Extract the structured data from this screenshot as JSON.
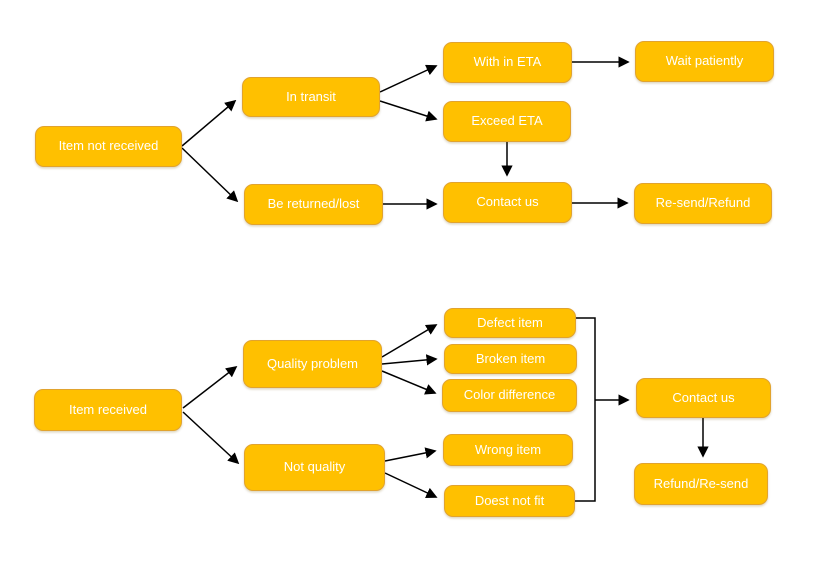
{
  "colors": {
    "node_fill": "#FFC000",
    "node_border": "#E1A32E",
    "node_text": "#FFFFFF",
    "arrow": "#000000"
  },
  "nodes": {
    "item_not_received": "Item not received",
    "in_transit": "In transit",
    "be_returned_lost": "Be returned/lost",
    "with_in_eta": "With in ETA",
    "exceed_eta": "Exceed ETA",
    "wait_patiently": "Wait patiently",
    "contact_us_top": "Contact us",
    "resend_refund": "Re-send/Refund",
    "item_received": "Item received",
    "quality_problem": "Quality problem",
    "not_quality": "Not quality",
    "defect_item": "Defect item",
    "broken_item": "Broken item",
    "color_difference": "Color difference",
    "wrong_item": "Wrong item",
    "doest_not_fit": "Doest not fit",
    "contact_us_bottom": "Contact us",
    "refund_resend": "Refund/Re-send"
  }
}
